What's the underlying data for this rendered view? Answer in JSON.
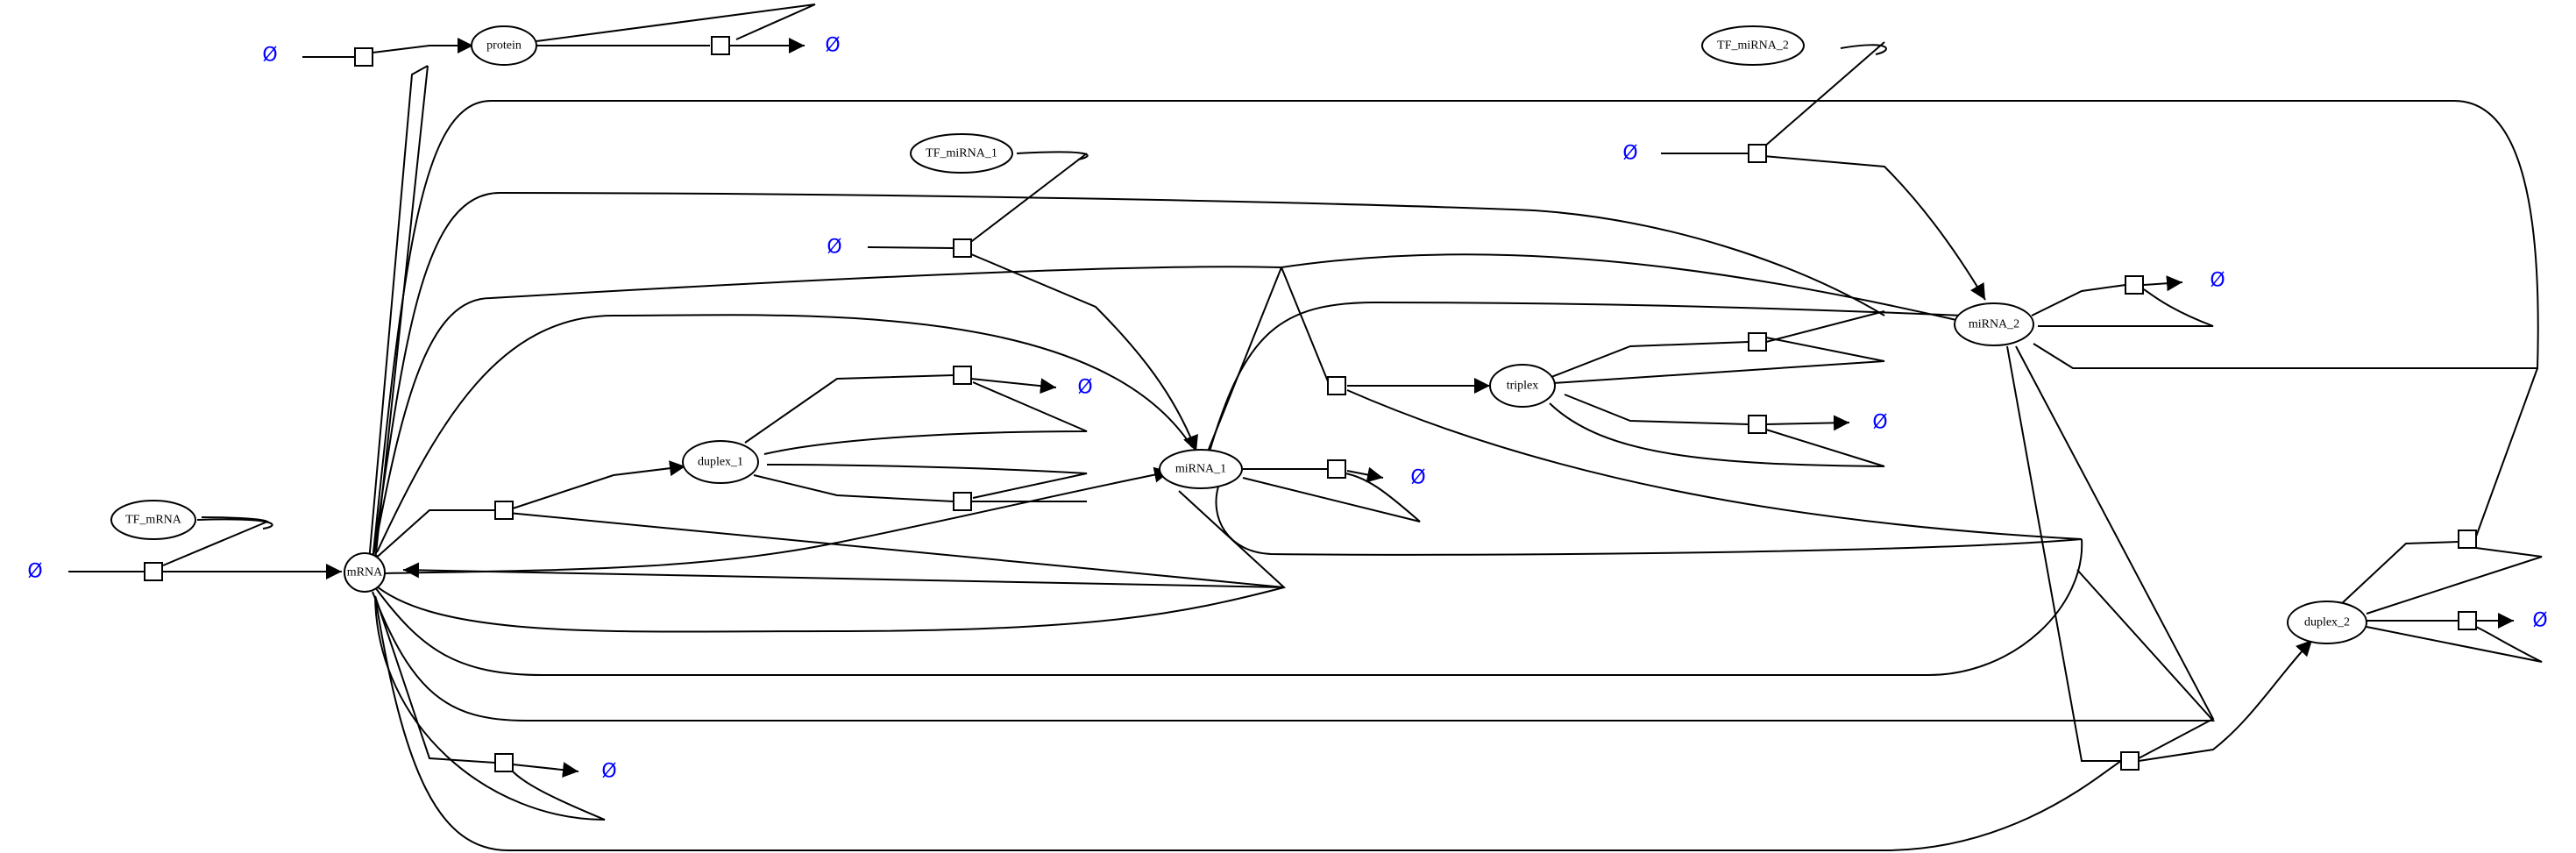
{
  "diagram": {
    "species": {
      "protein": "protein",
      "TF_miRNA_2": "TF_miRNA_2",
      "TF_miRNA_1": "TF_miRNA_1",
      "miRNA_2": "miRNA_2",
      "triplex": "triplex",
      "duplex_1": "duplex_1",
      "miRNA_1": "miRNA_1",
      "TF_mRNA": "TF_mRNA",
      "mRNA": "mRNA",
      "duplex_2": "duplex_2"
    },
    "empty_set_symbol": "Ø",
    "colors": {
      "line": "#000000",
      "empty_set": "#0000ff",
      "background": "#ffffff"
    }
  }
}
